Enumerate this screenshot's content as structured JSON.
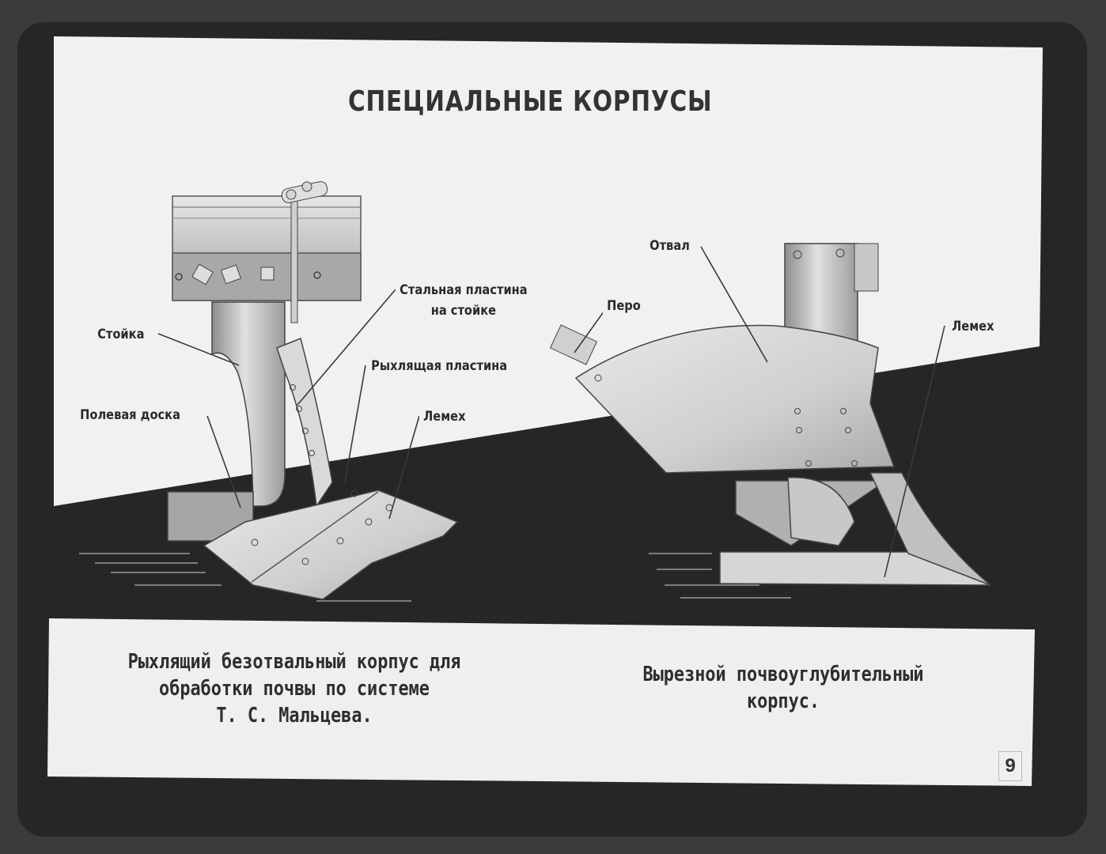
{
  "title": "СПЕЦИАЛЬНЫЕ КОРПУСЫ",
  "left_diagram": {
    "labels": {
      "stoyka": "Стойка",
      "steel_plate": "Стальная пластина\nна стойке",
      "loosening_plate": "Рыхлящая пластина",
      "field_board": "Полевая доска",
      "share": "Лемех"
    },
    "caption": "Рыхлящий безотвальный корпус для\nобработки почвы по системе\nТ. С. Мальцева."
  },
  "right_diagram": {
    "labels": {
      "moldboard": "Отвал",
      "feather": "Перо",
      "share": "Лемех"
    },
    "caption": "Вырезной почвоуглубительный\nкорпус."
  },
  "page_number": "9",
  "colors": {
    "frame": "#3b3b3b",
    "slide_dark": "#262626",
    "paper": "#f1f1f1",
    "metal_light": "#d8d8d8",
    "metal_dark": "#8a8a8a"
  }
}
